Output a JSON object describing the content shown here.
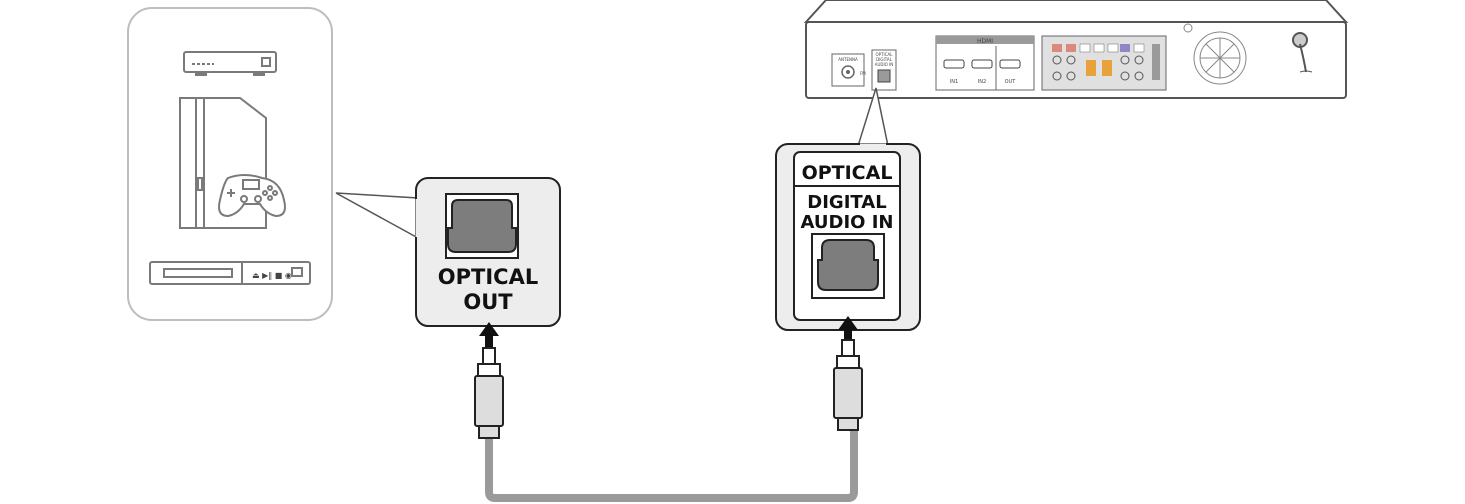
{
  "source_device_port": {
    "label_line1": "OPTICAL",
    "label_line2": "OUT"
  },
  "home_theater_port": {
    "header": "OPTICAL",
    "label_line1": "DIGITAL",
    "label_line2": "AUDIO IN"
  },
  "rear_panel": {
    "antenna_label": "ANTENNA",
    "fm_label": "FM",
    "optical_small_1": "OPTICAL",
    "optical_small_2": "DIGITAL",
    "optical_small_3": "AUDIO IN",
    "hdmi_label": "HDMI",
    "hdmi_in1": "IN1",
    "hdmi_in2": "IN2",
    "hdmi_out": "OUT"
  },
  "colors": {
    "outline": "#222222",
    "panel_fill": "#f0f0f0",
    "callout_fill": "#ededed",
    "port_fill": "#7d7d7d",
    "cable": "#9a9a9a",
    "device_outline": "#8a8a8a",
    "speaker_red": "#d98a7a",
    "speaker_blue": "#8f86c4",
    "speaker_orange": "#e8a23c"
  }
}
